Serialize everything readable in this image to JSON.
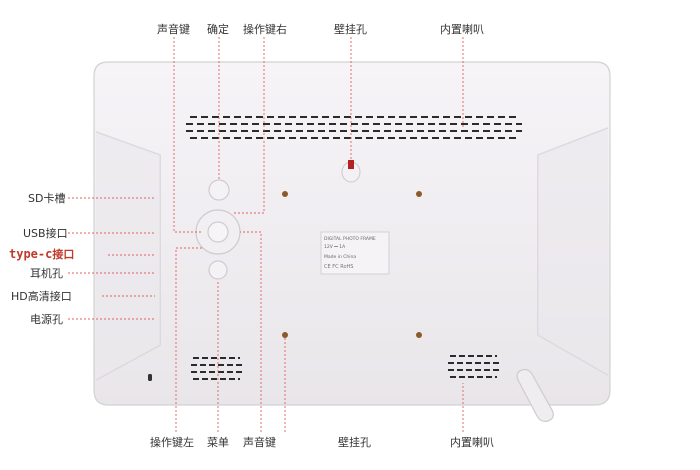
{
  "labels": {
    "top": {
      "voice_key": "声音键",
      "confirm": "确定",
      "operation_key_right": "操作键右",
      "wall_hole": "壁挂孔",
      "speaker": "内置喇叭"
    },
    "left": {
      "sd_slot": "SD卡槽",
      "usb_port": "USB接口",
      "typec_prefix": "type-c",
      "typec_suffix": "接口",
      "earphone": "耳机孔",
      "hd_port": "HD高清接口",
      "power": "电源孔"
    },
    "bottom": {
      "operation_key_left": "操作键左",
      "menu": "菜单",
      "voice_key": "声音键",
      "wall_hole": "壁挂孔",
      "speaker": "内置喇叭"
    }
  },
  "device_label": {
    "line1": "DIGITAL PHOTO FRAME",
    "line2": "12V ⎓ 1A",
    "line3": "Made in China",
    "marks": "CE  FC  RoHS"
  },
  "colors": {
    "leader_line": "#e06060",
    "body_fill": "#f0eef1",
    "body_stroke": "#d9d6da",
    "vent": "#2b2b2b"
  }
}
